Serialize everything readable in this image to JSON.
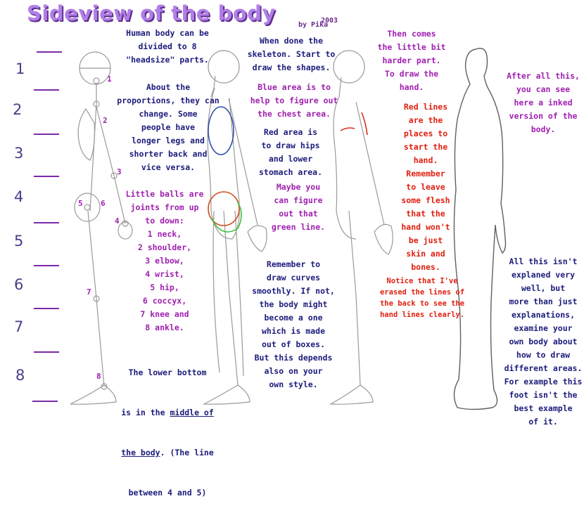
{
  "header": {
    "title": "Sideview of the body",
    "byline": "by Pika",
    "year": "2003"
  },
  "ruler": {
    "numbers": [
      "1",
      "2",
      "3",
      "4",
      "5",
      "6",
      "7",
      "8"
    ]
  },
  "joint_labels": [
    "1",
    "2",
    "3",
    "4",
    "5",
    "6",
    "7",
    "8"
  ],
  "column1": {
    "intro": "Human body can be\ndivided to 8\n\"headsize\" parts.",
    "proportions": "About the\nproportions, they can\nchange. Some\npeople have\nlonger legs and\nshorter back and\nvice versa.",
    "joints_heading": "Little balls are\njoints from up\nto down:",
    "joints_list": "1 neck,\n2 shoulder,\n3 elbow,\n4 wrist,\n5 hip,\n6 coccyx,\n7 knee and\n8 ankle.",
    "lower_line1": "The lower bottom",
    "lower_line2_prefix": "is in the ",
    "lower_line2_link": "middle of",
    "lower_line3_link": "the body",
    "lower_line3_suffix": ". (The line",
    "lower_line4": "between 4 and 5)"
  },
  "column2": {
    "skeleton": "When done the\nskeleton. Start to\ndraw the shapes.",
    "blue": "Blue area is to\nhelp to figure out\nthe chest area.",
    "red": "Red area is\nto draw hips\nand lower\nstomach area.",
    "green": "Maybe you\ncan figure\nout that\ngreen line.",
    "curves": "Remember to\ndraw curves\nsmoothly. If not,\nthe body might\nbecome a one\nwhich is made\nout of boxes.\nBut this depends\nalso on your\nown style."
  },
  "column3": {
    "hand": "Then comes\nthe little bit\nharder part.\nTo draw the\nhand.",
    "red_lines": "Red lines\nare the\nplaces to\nstart the\nhand.\nRemember\nto leave\nsome flesh\nthat the\nhand won't\nbe just\nskin and\nbones.",
    "notice": "Notice that I've\nerased the lines of\nthe back to see the\nhand lines clearly."
  },
  "column4": {
    "inked": "After all this,\nyou can see\nhere a inked\nversion of the\nbody.",
    "explain": "All this isn't\nexplaned very\nwell, but\nmore than just\nexplanations,\nexamine your\nown body about\nhow to draw\ndifferent areas.\nFor example this\nfoot isn't the\nbest example\nof it."
  },
  "colors": {
    "title": "#b27ee6",
    "navy_text": "#1c1c7c",
    "purple_text": "#a020b0",
    "red_text": "#e02010",
    "ruler_line": "#7b2aa8",
    "blue_area": "#3050b0",
    "red_area": "#d05020",
    "green_line": "#40c040"
  }
}
